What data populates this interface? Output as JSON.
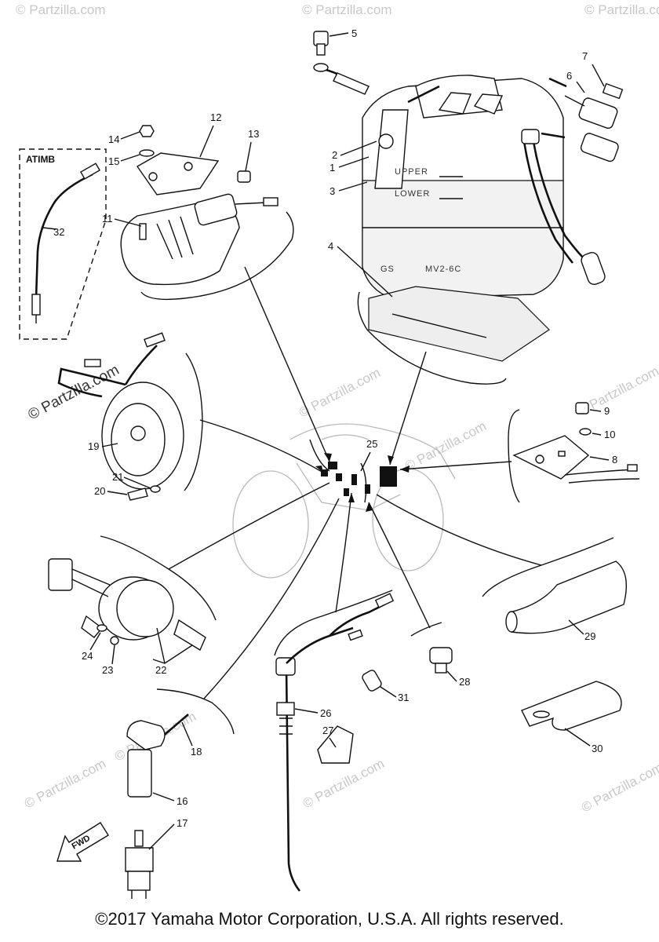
{
  "watermarks": [
    "© Partzilla.com",
    "© Partzilla.com",
    "© Partzilla.com",
    "© Partzilla.com",
    "© Partzilla.com",
    "© Partzilla.com",
    "© Partzilla.com",
    "© Partzilla.com",
    "© Partzilla.com",
    "© Partzilla.com",
    "© Partzilla.com"
  ],
  "inset_box_title": "ATIMB",
  "battery_text": {
    "upper": "UPPER",
    "lower": "LOWER",
    "model": "MV2-6C",
    "brand": "GS"
  },
  "fwd_arrow_label": "FWD",
  "callouts": {
    "c1": "1",
    "c2": "2",
    "c3": "3",
    "c4": "4",
    "c5": "5",
    "c6": "6",
    "c7": "7",
    "c8": "8",
    "c9": "9",
    "c10": "10",
    "c11": "11",
    "c12": "12",
    "c13": "13",
    "c14": "14",
    "c15": "15",
    "c16": "16",
    "c17": "17",
    "c18": "18",
    "c19": "19",
    "c20": "20",
    "c21": "21",
    "c22": "22",
    "c23": "23",
    "c24": "24",
    "c25": "25",
    "c26": "26",
    "c27": "27",
    "c28": "28",
    "c29": "29",
    "c30": "30",
    "c31": "31",
    "c32": "32"
  },
  "copyright": "©2017 Yamaha Motor Corporation, U.S.A. All rights reserved."
}
